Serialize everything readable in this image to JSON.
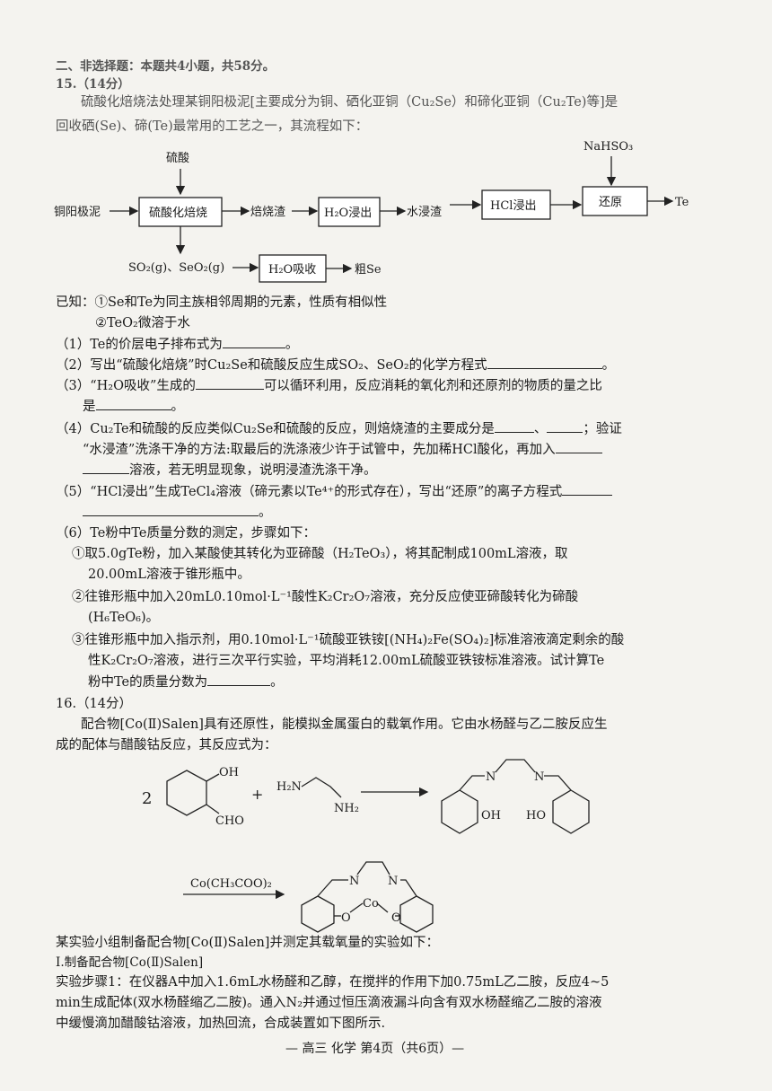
{
  "section_header": "二、非选择题：本题共4小题，共58分。",
  "q15": {
    "number": "15.（14分）",
    "intro1": "硫酸化焙烧法处理某铜阳极泥[主要成分为铜、硒化亚铜（Cu₂Se）和碲化亚铜（Cu₂Te)等]是",
    "intro2": "回收硒(Se)、碲(Te)最常用的工艺之一，其流程如下：",
    "flow": {
      "reagent_top": "硫酸",
      "reagent_nahso3": "NaHSO₃",
      "start": "铜阳极泥",
      "box_roast": "硫酸化焙烧",
      "slag": "焙烧渣",
      "box_h2o_leach": "H₂O浸出",
      "water_slag": "水浸渣",
      "box_hcl": "HCl浸出",
      "box_reduce": "还原",
      "product_te": "Te",
      "gases": "SO₂(g)、SeO₂(g)",
      "box_h2o_absorb": "H₂O吸收",
      "product_se": "粗Se"
    },
    "known1": "已知：①Se和Te为同主族相邻周期的元素，性质有相似性",
    "known2": "②TeO₂微溶于水",
    "p1": "（1）Te的价层电子排布式为",
    "p2": "（2）写出“硫酸化焙烧”时Cu₂Se和硫酸反应生成SO₂、SeO₂的化学方程式",
    "p3a": "（3）“H₂O吸收”生成的",
    "p3b": "可以循环利用，反应消耗的氧化剂和还原剂的物质的量之比",
    "p3c": "是",
    "p4a": "（4）Cu₂Te和硫酸的反应类似Cu₂Se和硫酸的反应，则焙烧渣的主要成分是",
    "p4sep": "、",
    "p4b": "；验证",
    "p4c": "“水浸渣”洗涤干净的方法:取最后的洗涤液少许于试管中，先加稀HCl酸化，再加入",
    "p4d": "溶液，若无明显现象，说明浸渣洗涤干净。",
    "p5a": "（5）“HCl浸出”生成TeCl₄溶液（碲元素以Te⁴⁺的形式存在），写出“还原”的离子方程式",
    "p6": "（6）Te粉中Te质量分数的测定，步骤如下：",
    "s1a": "①取5.0gTe粉，加入某酸使其转化为亚碲酸（H₂TeO₃），将其配制成100mL溶液，取",
    "s1b": "20.00mL溶液于锥形瓶中。",
    "s2a": "②往锥形瓶中加入20mL0.10mol·L⁻¹酸性K₂Cr₂O₇溶液，充分反应使亚碲酸转化为碲酸",
    "s2b": "(H₆TeO₆)。",
    "s3a": "③往锥形瓶中加入指示剂，用0.10mol·L⁻¹硫酸亚铁铵[(NH₄)₂Fe(SO₄)₂]标准溶液滴定剩余的酸",
    "s3b": "性K₂Cr₂O₇溶液，进行三次平行实验，平均消耗12.00mL硫酸亚铁铵标准溶液。试计算Te",
    "s3c": "粉中Te的质量分数为",
    "period": "。"
  },
  "q16": {
    "number": "16.（14分）",
    "intro1": "配合物[Co(Ⅱ)Salen]具有还原性，能模拟金属蛋白的载氧作用。它由水杨醛与乙二胺反应生",
    "intro2": "成的配体与醋酸钴反应，其反应式为：",
    "coef": "2",
    "plus": "+",
    "oh": "OH",
    "cho": "CHO",
    "h2n": "H₂N",
    "nh2": "NH₂",
    "n1": "N",
    "n2": "N",
    "oh2": "OH",
    "ho": "HO",
    "reagent": "Co(CH₃COO)₂",
    "co": "Co",
    "o1": "O",
    "o2": "O",
    "exp_intro": "某实验小组制备配合物[Co(Ⅱ)Salen]并测定其载氧量的实验如下：",
    "part1": "Ⅰ.制备配合物[Co(Ⅱ)Salen]",
    "step1a": "实验步骤1：在仪器A中加入1.6mL水杨醛和乙醇，在搅拌的作用下加0.75mL乙二胺，反应4~5",
    "step1b": "min生成配体(双水杨醛缩乙二胺)。通入N₂并通过恒压滴液漏斗向含有双水杨醛缩乙二胺的溶液",
    "step1c": "中缓慢滴加醋酸钴溶液，加热回流，合成装置如下图所示."
  },
  "footer": "— 高三 化学 第4页（共6页）—"
}
